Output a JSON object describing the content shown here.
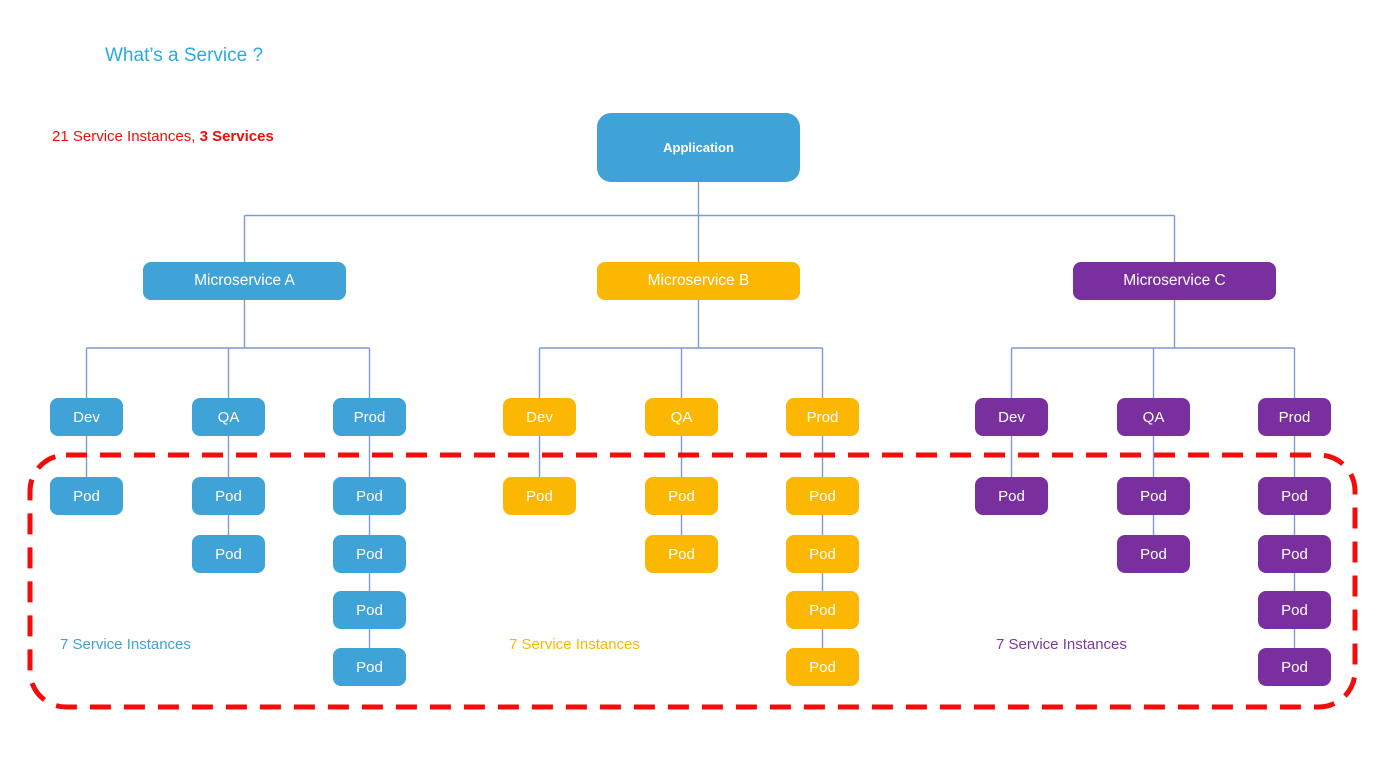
{
  "page": {
    "title": "What’s a Service ?",
    "caption": {
      "text_regular": "21 Service Instances, ",
      "text_bold": "3 Services"
    }
  },
  "colors": {
    "title_text": "#29ABE2",
    "caption_text": "#F40B0B",
    "service_a": "#40A3D7",
    "service_b": "#FCB703",
    "service_c": "#7A2F9E",
    "connector_line": "#7E99D4",
    "dashed_selection_border": "#F40B0B"
  },
  "tree": {
    "root": {
      "label": "Application"
    },
    "microservices": [
      {
        "label": "Microservice A",
        "color": "#40A3D7",
        "instances_label": "7 Service Instances",
        "environments": [
          {
            "label": "Dev",
            "pods": [
              "Pod"
            ]
          },
          {
            "label": "QA",
            "pods": [
              "Pod",
              "Pod"
            ]
          },
          {
            "label": "Prod",
            "pods": [
              "Pod",
              "Pod",
              "Pod",
              "Pod"
            ]
          }
        ]
      },
      {
        "label": "Microservice B",
        "color": "#FCB703",
        "instances_label": "7 Service Instances",
        "environments": [
          {
            "label": "Dev",
            "pods": [
              "Pod"
            ]
          },
          {
            "label": "QA",
            "pods": [
              "Pod",
              "Pod"
            ]
          },
          {
            "label": "Prod",
            "pods": [
              "Pod",
              "Pod",
              "Pod",
              "Pod"
            ]
          }
        ]
      },
      {
        "label": "Microservice C",
        "color": "#7A2F9E",
        "instances_label": "7 Service Instances",
        "environments": [
          {
            "label": "Dev",
            "pods": [
              "Pod"
            ]
          },
          {
            "label": "QA",
            "pods": [
              "Pod",
              "Pod"
            ]
          },
          {
            "label": "Prod",
            "pods": [
              "Pod",
              "Pod",
              "Pod",
              "Pod"
            ]
          }
        ]
      }
    ]
  }
}
